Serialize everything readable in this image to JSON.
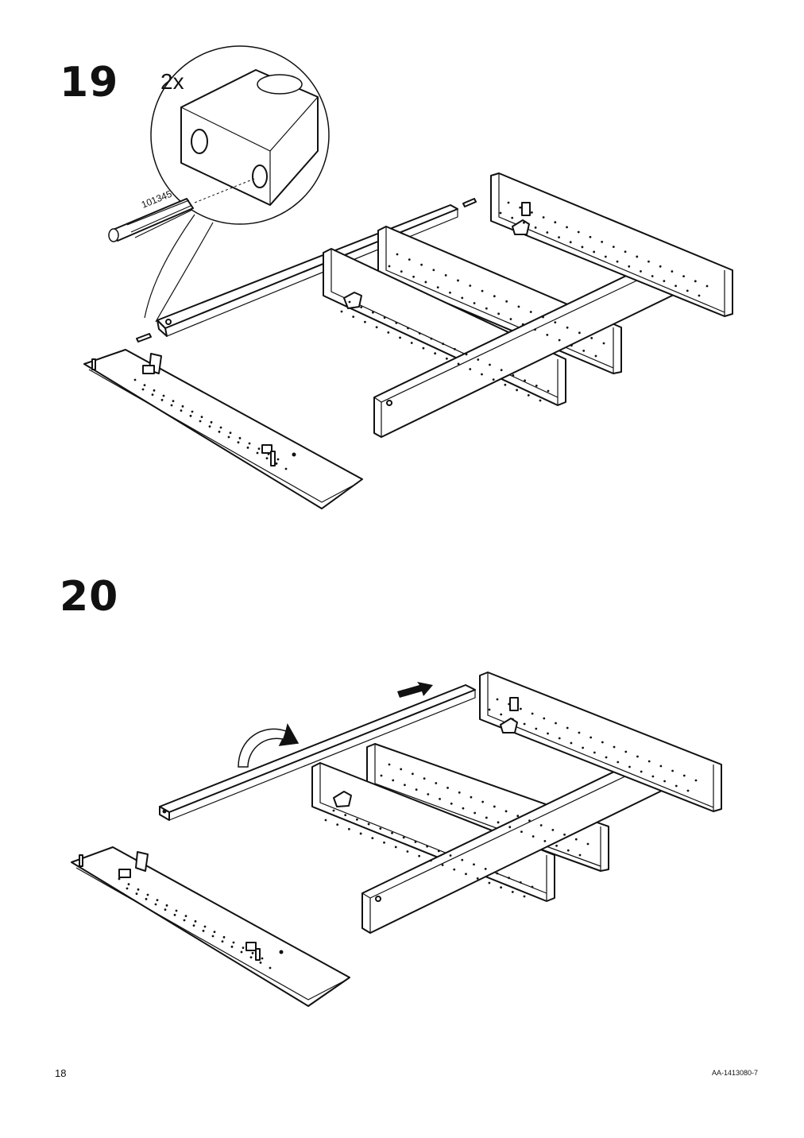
{
  "steps": [
    {
      "number": "19",
      "quantity": "2x",
      "part_number": "101345"
    },
    {
      "number": "20"
    }
  ],
  "footer": {
    "page_number": "18",
    "document_code": "AA-1413080-7"
  }
}
